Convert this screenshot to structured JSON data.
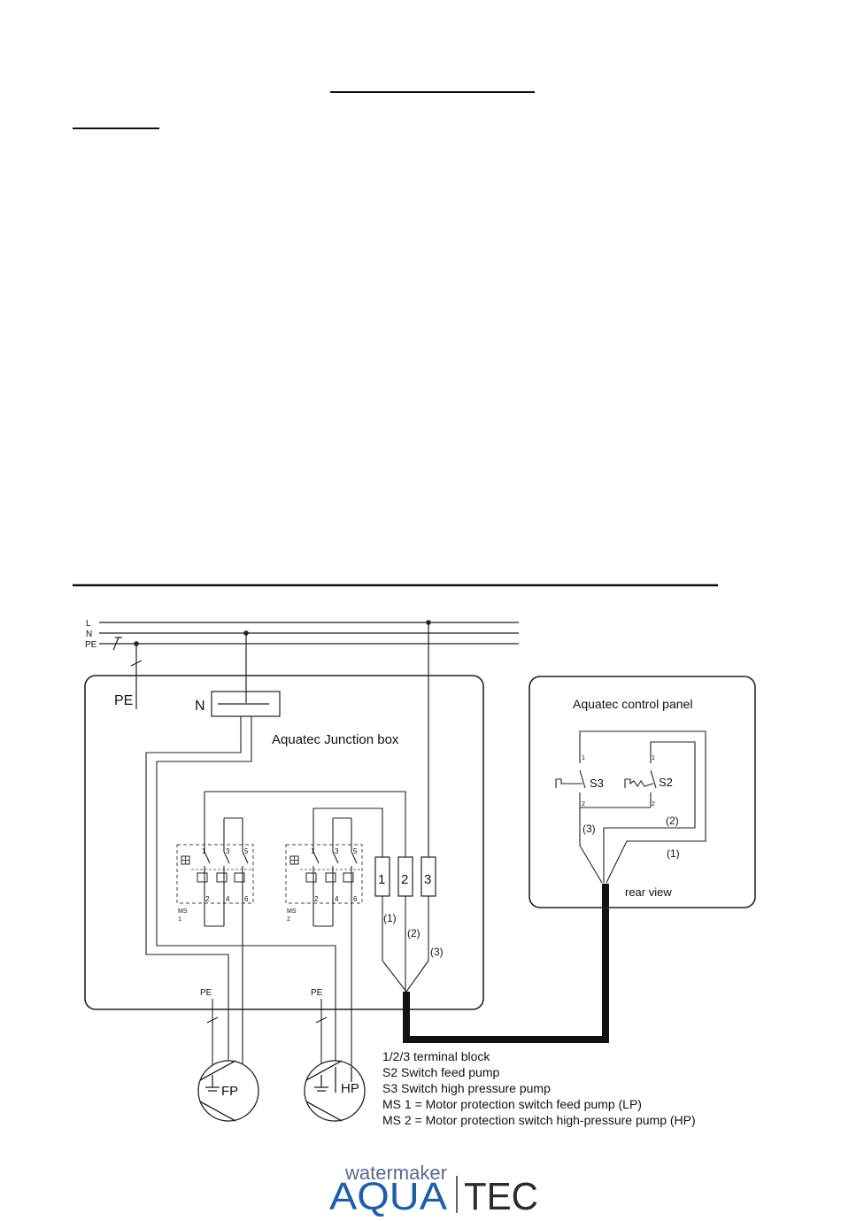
{
  "lines": {
    "l": "L",
    "n": "N",
    "pe": "PE"
  },
  "junction_box": {
    "title": "Aquatec Junction box",
    "pe_label": "PE",
    "neutral_label": "N",
    "ms1": {
      "label": "MS",
      "num": "1",
      "t1": "1",
      "t3": "3",
      "t5": "5",
      "t2": "2",
      "t4": "4",
      "t6": "6"
    },
    "ms2": {
      "label": "MS",
      "num": "2",
      "t1": "1",
      "t3": "3",
      "t5": "5",
      "t2": "2",
      "t4": "4",
      "t6": "6"
    },
    "terminals": [
      "1",
      "2",
      "3"
    ],
    "wires": [
      "(1)",
      "(2)",
      "(3)"
    ]
  },
  "control_panel": {
    "title": "Aquatec control panel",
    "s3": "S3",
    "s2": "S2",
    "pin1": "1",
    "pin2": "2",
    "wires": [
      "(3)",
      "(2)",
      "(1)"
    ],
    "rear_view": "rear view"
  },
  "pumps": {
    "fp": "FP",
    "hp": "HP",
    "pe_fp": "PE",
    "pe_hp": "PE"
  },
  "legend": [
    "1/2/3 terminal block",
    "S2 Switch feed pump",
    "S3 Switch high pressure pump",
    "MS 1 = Motor protection switch feed pump (LP)",
    "MS 2 = Motor protection switch high-pressure pump (HP)"
  ],
  "logo": {
    "top": "watermaker",
    "aqua": "AQUA",
    "tec": "TEC"
  }
}
